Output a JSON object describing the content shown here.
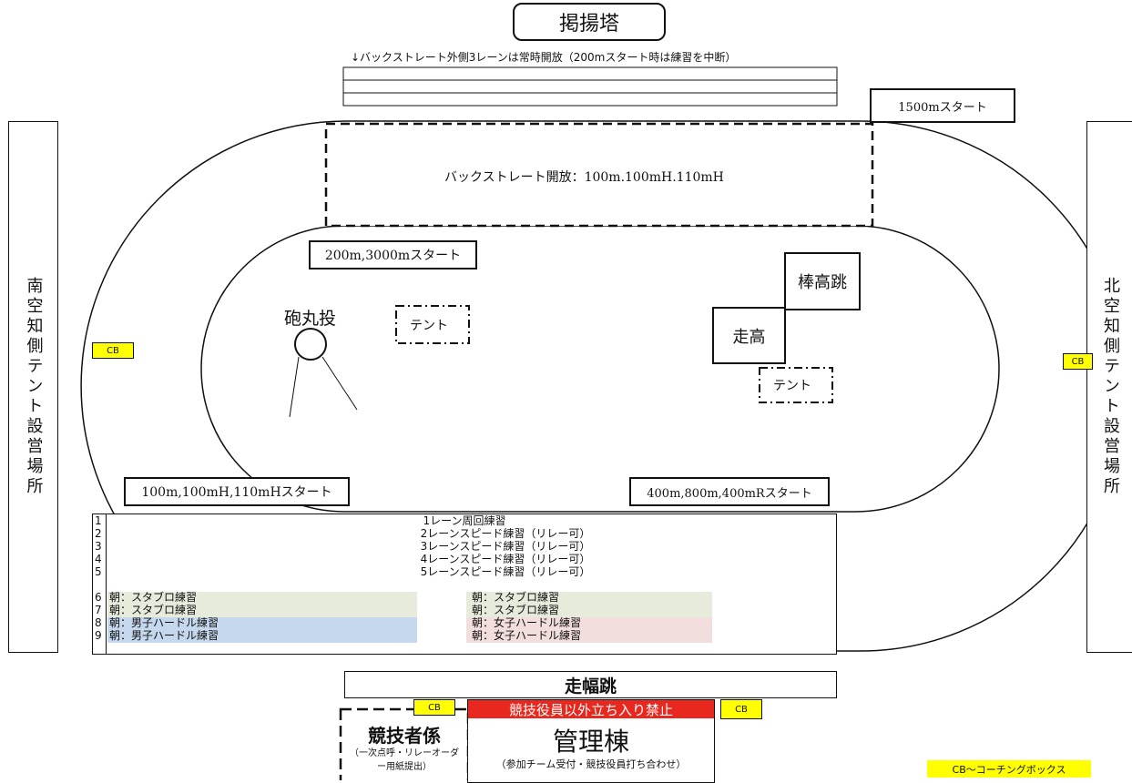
{
  "tower": "掲揚塔",
  "backstraight_note": "↓バックストレート外側3レーンは常時開放（200mスタート時は練習を中断）",
  "start_1500": "1500mスタート",
  "backstraight_open": "バックストレート開放：100m.100mH.110mH",
  "start_200_3000": "200m,3000mスタート",
  "shot_put": "砲丸投",
  "tent_label": "テント",
  "pole_vault": "棒高跳",
  "high_jump": "走高",
  "start_100": "100m,100mH,110mHスタート",
  "start_400": "400m,800m,400mRスタート",
  "south_tent": "南空知側テント設営場所",
  "north_tent": "北空知側テント設営場所",
  "cb": "CB",
  "lanes": [
    {
      "num": "1",
      "center": "1レーン周回練習",
      "left": "",
      "right": ""
    },
    {
      "num": "2",
      "center": "2レーンスピード練習（リレー可）",
      "left": "",
      "right": ""
    },
    {
      "num": "3",
      "center": "3レーンスピード練習（リレー可）",
      "left": "",
      "right": ""
    },
    {
      "num": "4",
      "center": "4レーンスピード練習（リレー可）",
      "left": "",
      "right": ""
    },
    {
      "num": "5",
      "center": "5レーンスピード練習（リレー可）",
      "left": "",
      "right": ""
    },
    {
      "num": "6",
      "center": "",
      "left": "朝：スタブロ練習",
      "right": "朝：スタブロ練習"
    },
    {
      "num": "7",
      "center": "",
      "left": "朝：スタブロ練習",
      "right": "朝：スタブロ練習"
    },
    {
      "num": "8",
      "center": "",
      "left": "朝：男子ハードル練習",
      "right": "朝：女子ハードル練習"
    },
    {
      "num": "9",
      "center": "",
      "left": "朝：男子ハードル練習",
      "right": "朝：女子ハードル練習"
    }
  ],
  "long_jump": "走幅跳",
  "no_entry": "競技役員以外立ち入り禁止",
  "admin_building": "管理棟",
  "admin_sub": "（参加チーム受付・競技役員打ち合わせ）",
  "competitor_desk": "競技者係",
  "competitor_sub": "（一次点呼・リレーオーダー用紙提出）",
  "legend": "CB〜コーチングボックス",
  "colors": {
    "cb_yellow": "#ffff00",
    "no_entry_red": "#e8281e",
    "lane_green": "#e6ebdc",
    "lane_blue": "#c6d8ee",
    "lane_pink": "#f3dede"
  }
}
